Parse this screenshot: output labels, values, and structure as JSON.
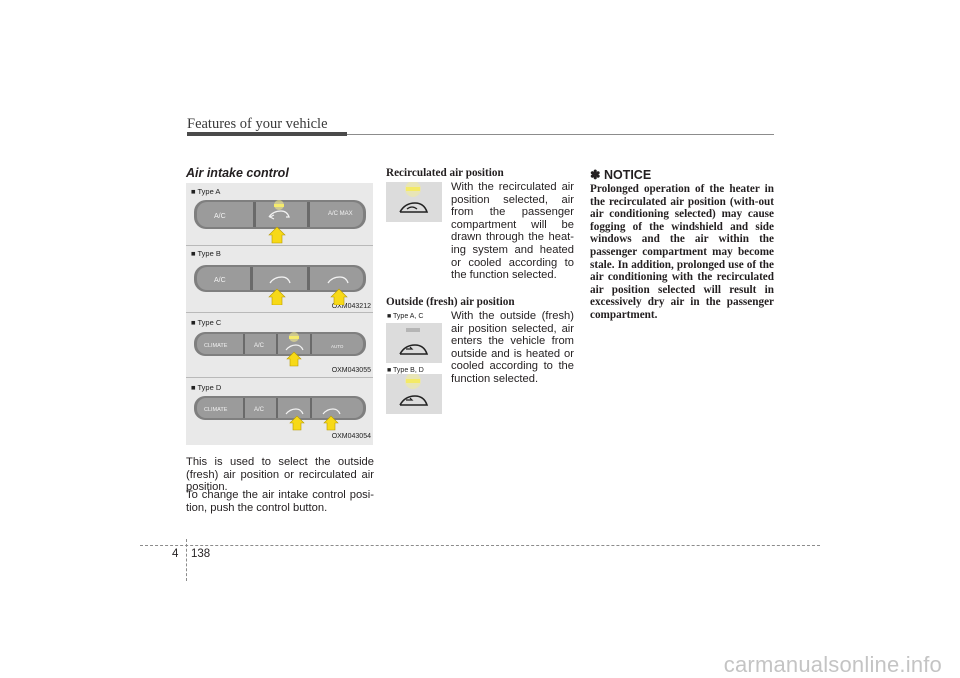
{
  "header": {
    "title": "Features of your vehicle"
  },
  "section": {
    "title": "Air intake control"
  },
  "figure": {
    "panels": [
      {
        "type_label": "■ Type A",
        "code": "",
        "buttons": [
          "A/C",
          "",
          "A/C MAX"
        ]
      },
      {
        "type_label": "■ Type B",
        "code": "OXM043212",
        "buttons": [
          "A/C",
          "",
          ""
        ]
      },
      {
        "type_label": "■ Type C",
        "code": "OXM043055",
        "buttons": [
          "CLIMATE",
          "A/C",
          "",
          "AUTO"
        ]
      },
      {
        "type_label": "■ Type D",
        "code": "OXM043054",
        "buttons": [
          "CLIMATE",
          "A/C",
          "",
          ""
        ]
      }
    ]
  },
  "body": {
    "p1": "This is used to select the outside (fresh) air position or recirculated air position.",
    "p2": "To change the air intake control posi-tion, push the control button."
  },
  "recirc": {
    "heading": "Recirculated air position",
    "text": "With the recirculated air position selected, air from the passenger compartment will be drawn through the heat-ing system and heated or cooled according to the function selected."
  },
  "outside": {
    "heading": "Outside (fresh) air position",
    "type_ac": "■ Type A, C",
    "type_bd": "■ Type B, D",
    "text": "With the outside (fresh) air position selected, air enters the vehicle from outside and is heated or cooled according to the function selected."
  },
  "notice": {
    "title": "✽ NOTICE",
    "text": "Prolonged operation of the heater in the recirculated air position (with-out air conditioning selected) may cause fogging of the windshield and side windows and the air within the passenger compartment may become stale. In addition, prolonged use of the air conditioning with the recirculated air position selected will result in excessively dry air in the passenger compartment."
  },
  "footer": {
    "chapter": "4",
    "page": "138"
  },
  "watermark": "carmanualsonline.info",
  "colors": {
    "indicator": "#f2e64a",
    "arrow": "#f7d917",
    "panel_bg": "#e9e9e9"
  }
}
